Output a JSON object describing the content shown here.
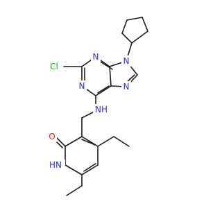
{
  "colors": {
    "carbon_bond": "#1a1a1a",
    "nitrogen": "#2c2cff",
    "oxygen": "#ff0d0d",
    "chlorine": "#1fae1f"
  },
  "labels": {
    "cl": "Cl",
    "n_purine_9": "N",
    "n_purine_3": "N",
    "n_purine_7": "N",
    "n_purine_1": "N",
    "nh_amine": "NH",
    "oxygen": "O",
    "hn_pyridone": "HN"
  }
}
